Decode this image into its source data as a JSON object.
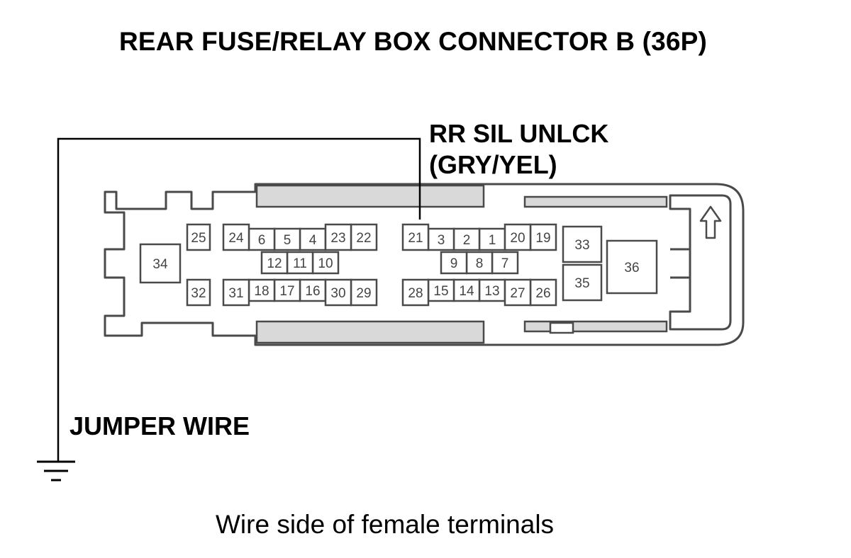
{
  "title": "REAR FUSE/RELAY BOX CONNECTOR B (36P)",
  "signal": {
    "line1": "RR SIL UNLCK",
    "line2": "(GRY/YEL)"
  },
  "jumper_label": "JUMPER WIRE",
  "caption": "Wire side of female terminals",
  "connector": {
    "terminals": [
      "1",
      "2",
      "3",
      "4",
      "5",
      "6",
      "7",
      "8",
      "9",
      "10",
      "11",
      "12",
      "13",
      "14",
      "15",
      "16",
      "17",
      "18",
      "19",
      "20",
      "21",
      "22",
      "23",
      "24",
      "25",
      "26",
      "27",
      "28",
      "29",
      "30",
      "31",
      "32",
      "33",
      "34",
      "35",
      "36"
    ]
  },
  "colors": {
    "line": "#000000",
    "outline": "#4a4a4a",
    "rail_fill": "#d9d9d9"
  },
  "icons": {
    "lock_tab": "up-arrow-icon",
    "ground": "ground-symbol-icon"
  }
}
